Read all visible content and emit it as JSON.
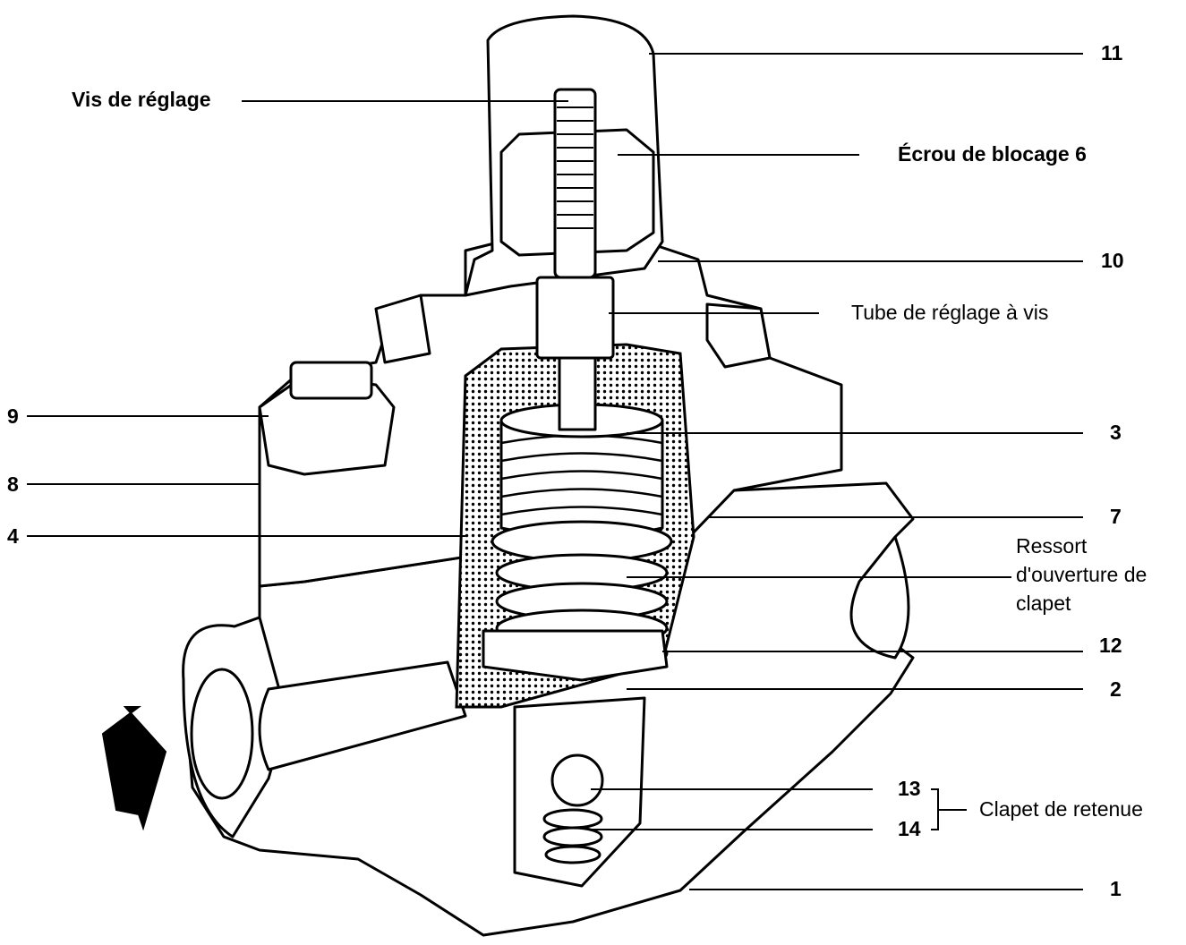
{
  "labels": {
    "vis_de_reglage": "Vis de réglage",
    "ecrou_de_blocage": "Écrou de blocage 6",
    "tube_de_reglage": "Tube de réglage à vis",
    "ressort": "Ressort d'ouverture de clapet",
    "clapet_de_retenue": "Clapet de retenue",
    "n11": "11",
    "n10": "10",
    "n3": "3",
    "n7": "7",
    "n12": "12",
    "n2": "2",
    "n13": "13",
    "n14": "14",
    "n1": "1",
    "n9": "9",
    "n8": "8",
    "n4": "4"
  },
  "flow_arrow_icon": "flow-direction-arrow-icon",
  "colors": {
    "line": "#000000",
    "fill": "#ffffff",
    "shade": "#e9e9e9"
  }
}
